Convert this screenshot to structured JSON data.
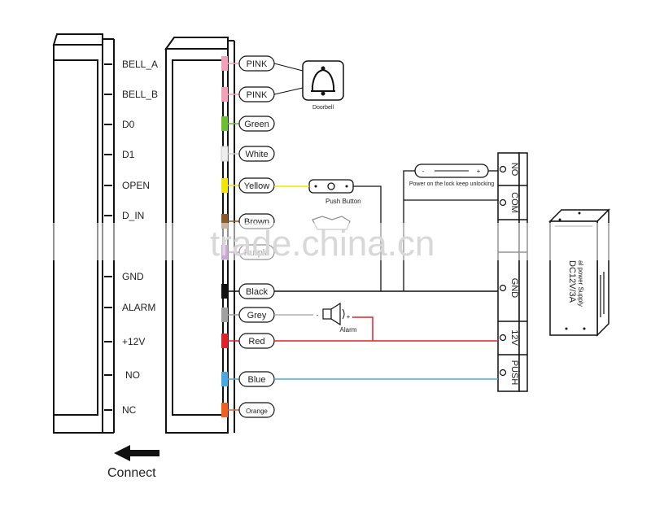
{
  "pins": [
    {
      "label": "BELL_A"
    },
    {
      "label": "BELL_B"
    },
    {
      "label": "D0"
    },
    {
      "label": "D1"
    },
    {
      "label": "OPEN"
    },
    {
      "label": "D_IN"
    },
    {
      "label": "GND"
    },
    {
      "label": "ALARM"
    },
    {
      "label": "+12V"
    },
    {
      "label": "NO"
    },
    {
      "label": "NC"
    }
  ],
  "wires": [
    {
      "label": "PINK",
      "color": "#f4a0b8"
    },
    {
      "label": "PINK",
      "color": "#f4a0b8"
    },
    {
      "label": "Green",
      "color": "#6cbf2e"
    },
    {
      "label": "White",
      "color": "#eeeeee"
    },
    {
      "label": "Yellow",
      "color": "#f2e600"
    },
    {
      "label": "Brown",
      "color": "#8a5a2a"
    },
    {
      "label": "Purple",
      "color": "#8a3aa8"
    },
    {
      "label": "Black",
      "color": "#111111"
    },
    {
      "label": "Grey",
      "color": "#a0a0a0"
    },
    {
      "label": "Red",
      "color": "#e0202a"
    },
    {
      "label": "Blue",
      "color": "#4aa8e0"
    },
    {
      "label": "Orange",
      "color": "#f06020"
    }
  ],
  "doorbell": {
    "label": "Doorbell"
  },
  "push_button": {
    "label": "Push Button"
  },
  "alarm": {
    "label": "Alarm",
    "minus": "-",
    "plus": "+"
  },
  "lock": {
    "minus": "-",
    "plus": "+",
    "note": "Power on the lock keep unlocking"
  },
  "terminals": [
    {
      "label": "NO"
    },
    {
      "label": "COM"
    },
    {
      "label": "GND"
    },
    {
      "label": "12V"
    },
    {
      "label": "PUSH"
    }
  ],
  "power_supply": {
    "line1": "DC12V/3A",
    "line2": "al power Supply"
  },
  "connect": {
    "label": "Connect"
  },
  "watermark": {
    "text": "trade.china.cn"
  }
}
